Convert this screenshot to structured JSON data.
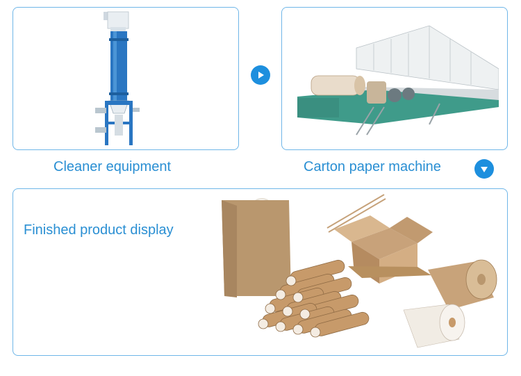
{
  "sections": {
    "cleaner": {
      "caption": "Cleaner equipment",
      "image_icon": "cleaner-machine-icon"
    },
    "machine": {
      "caption": "Carton paper machine",
      "image_icon": "paper-machine-icon"
    },
    "products": {
      "caption": "Finished product display",
      "image_icon": "paper-products-icon"
    }
  },
  "arrows": {
    "right": {
      "icon": "arrow-right-icon"
    },
    "down": {
      "icon": "arrow-down-icon"
    }
  },
  "colors": {
    "accent": "#1d8fde",
    "caption": "#2a8fd3",
    "panel_border": "#6fb6e8",
    "kraft": "#c79a6a",
    "machine_body": "#e6e9ea",
    "machine_green": "#3f9b8a",
    "cleaner_blue": "#2a76c2"
  }
}
